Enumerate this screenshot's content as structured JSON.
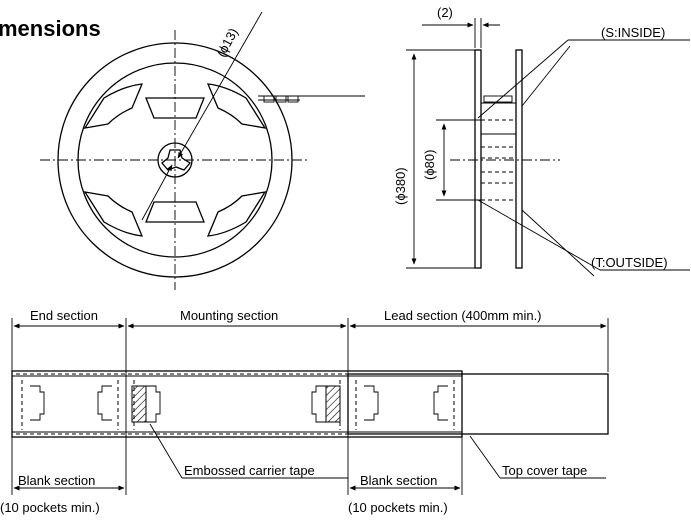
{
  "title": "mensions",
  "reel": {
    "hub_diameter": "(ϕ13)",
    "flange_width": "(2)",
    "outer_diameter": "(ϕ380)",
    "hub_outer_diameter": "(ϕ80)",
    "inside_label": "(S:INSIDE)",
    "outside_label": "(T:OUTSIDE)"
  },
  "tape": {
    "end_section": "End section",
    "mounting_section": "Mounting section",
    "lead_section": "Lead section (400mm min.)",
    "blank_section_left": "Blank section",
    "blank_pockets_left": "(10 pockets min.)",
    "blank_section_right": "Blank section",
    "blank_pockets_right": "(10 pockets min.)",
    "embossed_tape": "Embossed carrier tape",
    "cover_tape": "Top cover tape"
  }
}
